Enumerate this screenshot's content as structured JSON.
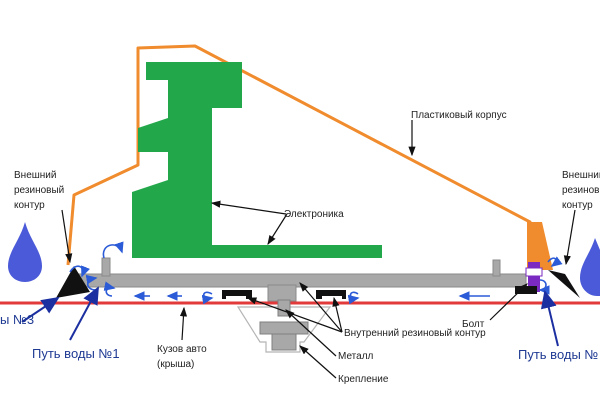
{
  "labels": {
    "plastic_housing": "Пластиковый корпус",
    "electronics": "Электроника",
    "outer_seal_left": [
      "Внешний",
      "резиновый",
      "контур"
    ],
    "outer_seal_right": [
      "Внешний",
      "резиновый",
      "контур"
    ],
    "inner_seal": "Внутренний резиновый контур",
    "bolt": "Болт",
    "metal": "Металл",
    "mount": "Крепление",
    "car_body": [
      "Кузов авто",
      "(крыша)"
    ]
  },
  "water_paths": {
    "path1": "Путь воды №1",
    "path3_partial": "ы №3",
    "path_right_partial": "Путь воды №"
  },
  "colors": {
    "housing": "#f08c2d",
    "electronics": "#22a84a",
    "metal": "#a8a8a8",
    "seal": "#111111",
    "roof_line": "#e23a3a",
    "water_path": "#2b5bd7",
    "drop": "#4a5ad8",
    "arrow": "#1c2fa0",
    "bolt": "#7a2ac0"
  }
}
